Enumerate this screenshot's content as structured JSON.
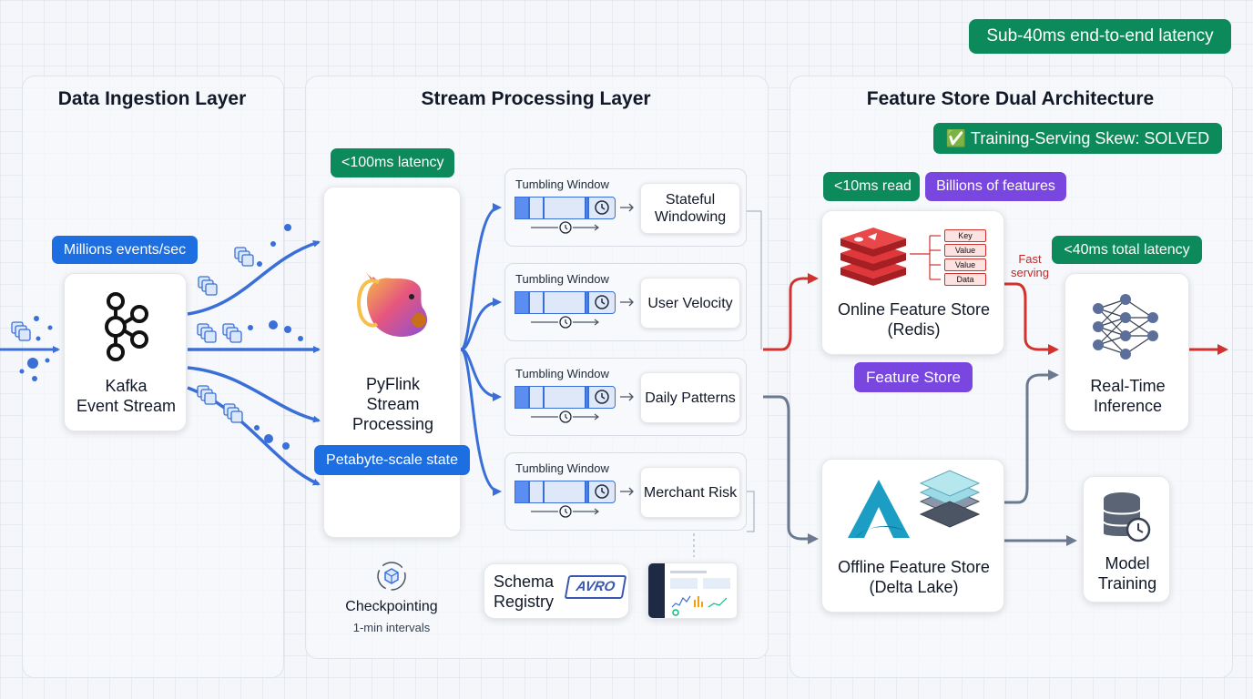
{
  "latency_badge": "Sub-40ms end-to-end latency",
  "panels": {
    "ingestion": "Data Ingestion Layer",
    "processing": "Stream Processing Layer",
    "feature_store": "Feature Store Dual Architecture"
  },
  "skew_badge": "✅ Training-Serving Skew: SOLVED",
  "ingestion": {
    "rate_badge": "Millions events/sec",
    "kafka_label": "Kafka\nEvent Stream"
  },
  "processing": {
    "latency_badge": "<100ms latency",
    "flink_label": "PyFlink\nStream\nProcessing",
    "state_badge": "Petabyte-scale state",
    "windows": [
      {
        "title": "Tumbling Window",
        "label": "Stateful\nWindowing"
      },
      {
        "title": "Tumbling Window",
        "label": "User Velocity"
      },
      {
        "title": "Tumbling Window",
        "label": "Daily Patterns"
      },
      {
        "title": "Tumbling Window",
        "label": "Merchant Risk"
      }
    ],
    "checkpointing_label": "Checkpointing",
    "checkpointing_sub": "1-min intervals",
    "schema_label": "Schema\nRegistry",
    "avro_logo": "AVRO"
  },
  "feature_store": {
    "read_badge": "<10ms read",
    "billions_badge": "Billions of features",
    "online_label": "Online Feature Store\n(Redis)",
    "redis_fields": [
      "Key",
      "Value",
      "Value",
      "Data"
    ],
    "store_badge": "Feature Store",
    "offline_label": "Offline Feature Store\n(Delta Lake)",
    "fast_serving": "Fast\nserving",
    "total_latency_badge": "<40ms total latency",
    "inference_label": "Real-Time\nInference",
    "training_label": "Model\nTraining"
  },
  "colors": {
    "blue_flow": "#3a6fd8",
    "red_flow": "#d2322d",
    "gray_flow": "#6b7a90",
    "green_badge": "#0d8a5c",
    "blue_badge": "#1d6ee0",
    "purple_badge": "#7a46e0"
  },
  "icons": [
    "kafka-icon",
    "squirrel-icon",
    "redis-icon",
    "delta-lake-icon",
    "layers-icon",
    "neural-network-icon",
    "database-clock-icon",
    "cube-refresh-icon",
    "dashboard-screenshot-icon",
    "clock-icon"
  ]
}
